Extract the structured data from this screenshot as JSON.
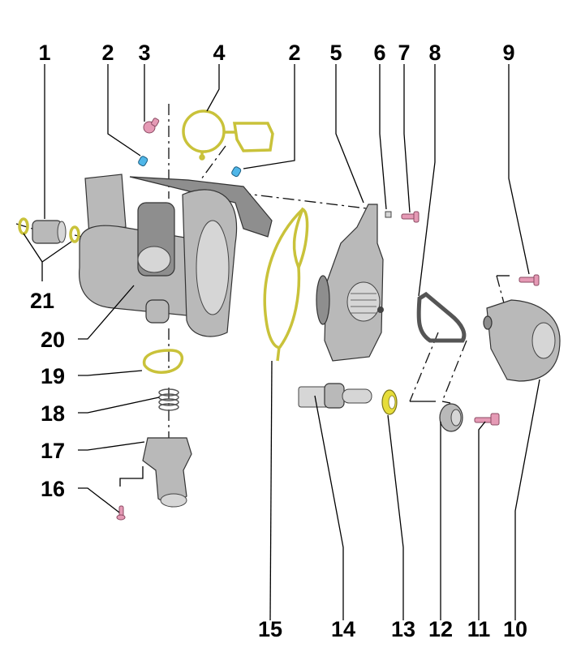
{
  "diagram": {
    "title": "Exploded view — coolant pump / thermostat housing assembly",
    "colors": {
      "gasket": "#c9c23a",
      "bolt": "#e59ab5",
      "plug": "#4fb6e8",
      "housing": "#b9b9b9"
    },
    "callouts": [
      {
        "id": "c1",
        "label": "1",
        "part": "connecting-pipe"
      },
      {
        "id": "c2a",
        "label": "2",
        "part": "sealing-plug-left"
      },
      {
        "id": "c3",
        "label": "3",
        "part": "bolt"
      },
      {
        "id": "c4",
        "label": "4",
        "part": "gasket"
      },
      {
        "id": "c2b",
        "label": "2",
        "part": "sealing-plug-right"
      },
      {
        "id": "c5",
        "label": "5",
        "part": "coolant-pump"
      },
      {
        "id": "c6",
        "label": "6",
        "part": "dowel-sleeve"
      },
      {
        "id": "c7",
        "label": "7",
        "part": "bolt"
      },
      {
        "id": "c8",
        "label": "8",
        "part": "toothed-belt"
      },
      {
        "id": "c9",
        "label": "9",
        "part": "bolt"
      },
      {
        "id": "c10",
        "label": "10",
        "part": "toothed-belt-guard"
      },
      {
        "id": "c11",
        "label": "11",
        "part": "bolt"
      },
      {
        "id": "c12",
        "label": "12",
        "part": "drive-sprocket"
      },
      {
        "id": "c13",
        "label": "13",
        "part": "seal"
      },
      {
        "id": "c14",
        "label": "14",
        "part": "camshaft"
      },
      {
        "id": "c15",
        "label": "15",
        "part": "gasket"
      },
      {
        "id": "c16",
        "label": "16",
        "part": "bolt"
      },
      {
        "id": "c17",
        "label": "17",
        "part": "connection-piece"
      },
      {
        "id": "c18",
        "label": "18",
        "part": "spring"
      },
      {
        "id": "c19",
        "label": "19",
        "part": "seal"
      },
      {
        "id": "c20",
        "label": "20",
        "part": "thermostat-housing"
      },
      {
        "id": "c21",
        "label": "21",
        "part": "o-rings"
      }
    ]
  }
}
